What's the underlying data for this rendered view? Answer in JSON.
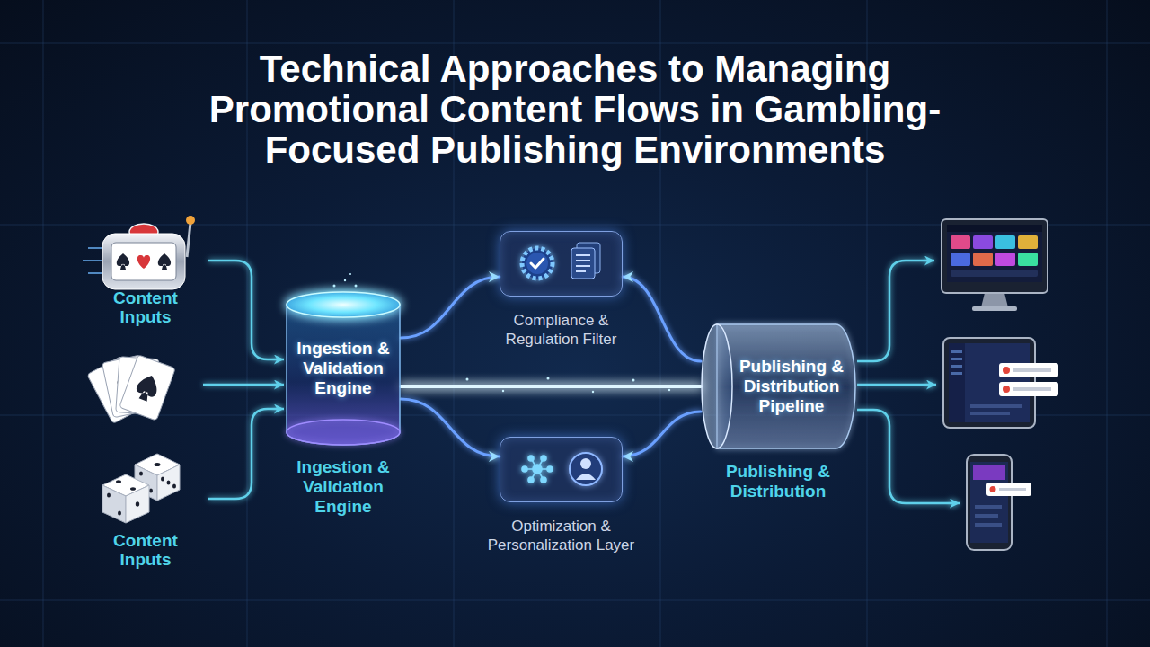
{
  "diagram": {
    "title": "Technical Approaches to Managing Promotional Content Flows in Gambling-Focused Publishing Environments",
    "nodes": [
      {
        "text": [
          "Ingestion & Validation Engine",
          "Ingestion & Validation Engine"
        ]
      },
      {
        "text": [
          "Compliance & Regulation Filter"
        ]
      },
      {
        "text": [
          "Optimization & Personalization Layer"
        ]
      },
      {
        "text": [
          "Publishing & Distribution Pipeline",
          "Publishing & Distribution"
        ]
      }
    ],
    "edges": [
      {
        "from": 0,
        "to": 1,
        "arrow": "to"
      },
      {
        "from": 0,
        "to": 2,
        "arrow": "to"
      },
      {
        "from": 0,
        "to": 3,
        "arrow": "none"
      },
      {
        "from": 3,
        "to": 1,
        "arrow": "to"
      },
      {
        "from": 3,
        "to": 2,
        "arrow": "to"
      }
    ],
    "labels": [
      "Content Inputs",
      "Content Inputs"
    ]
  }
}
